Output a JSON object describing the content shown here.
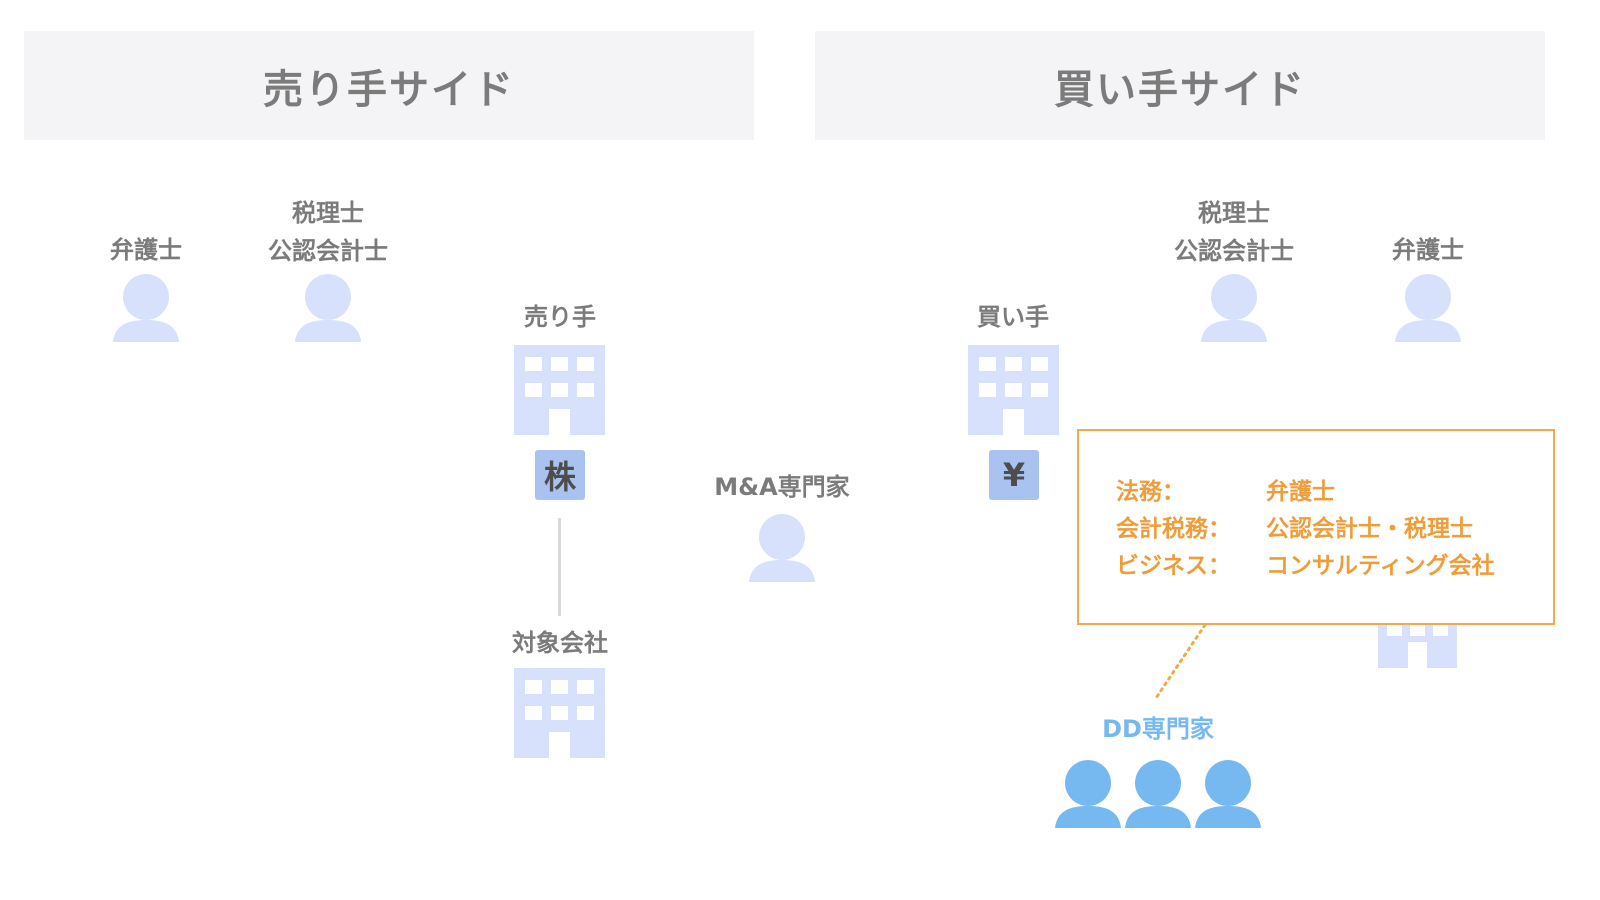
{
  "headers": {
    "seller_side": "売り手サイド",
    "buyer_side": "買い手サイド"
  },
  "seller": {
    "lawyer": "弁護士",
    "tax_line1": "税理士",
    "tax_line2": "公認会計士",
    "seller_company": "売り手",
    "stock_badge": "株",
    "target_company": "対象会社"
  },
  "center": {
    "ma_expert": "M&A専門家"
  },
  "buyer": {
    "buyer_company": "買い手",
    "yen_badge": "¥",
    "tax_line1": "税理士",
    "tax_line2": "公認会計士",
    "lawyer": "弁護士",
    "dd_expert": "DD専門家"
  },
  "dd_box": {
    "rows": [
      {
        "key": "法務：",
        "value": "弁護士"
      },
      {
        "key": "会計税務：",
        "value": "公認会計士・税理士"
      },
      {
        "key": "ビジネス：",
        "value": "コンサルティング会社"
      }
    ]
  },
  "colors": {
    "header_bg": "#f4f4f6",
    "text_gray": "#7b7b7b",
    "icon_light": "#d7e1fb",
    "badge": "#a9c2ef",
    "dd_blue": "#76b9f0",
    "orange": "#f1a94e"
  },
  "icons": [
    "person-icon",
    "building-icon"
  ]
}
